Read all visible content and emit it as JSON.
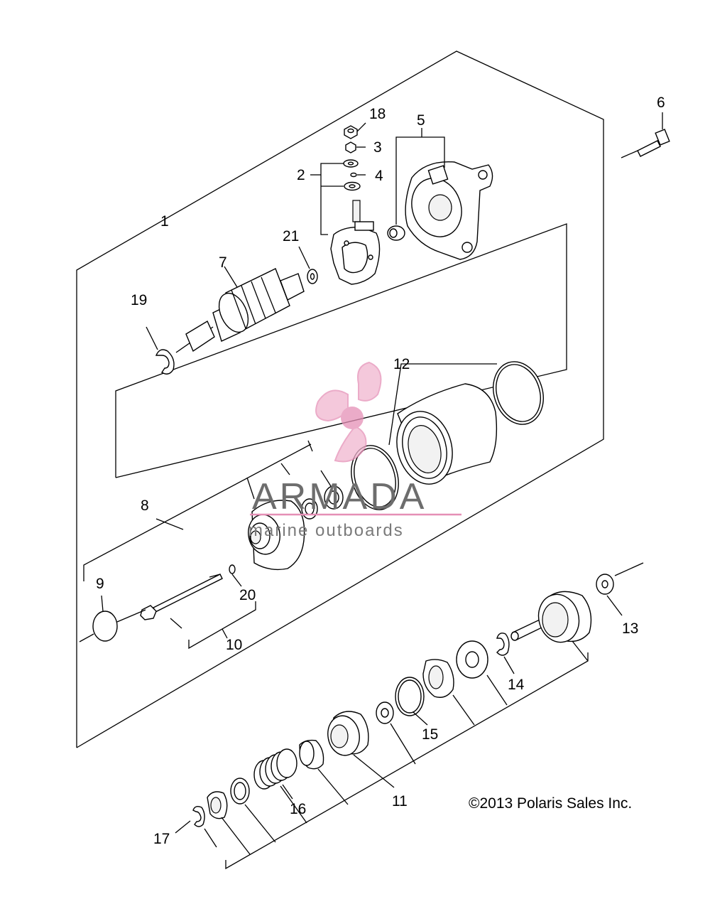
{
  "labels": {
    "l1": "1",
    "l2": "2",
    "l3": "3",
    "l4": "4",
    "l5": "5",
    "l6": "6",
    "l7": "7",
    "l8": "8",
    "l9": "9",
    "l10": "10",
    "l11": "11",
    "l12": "12",
    "l13": "13",
    "l14": "14",
    "l15": "15",
    "l16": "16",
    "l17": "17",
    "l18": "18",
    "l19": "19",
    "l20": "20",
    "l21": "21"
  },
  "watermark": {
    "title": "ARMADA",
    "subtitle": "marine outboards",
    "color": "#e58fb6"
  },
  "copyright": "©2013 Polaris Sales Inc."
}
